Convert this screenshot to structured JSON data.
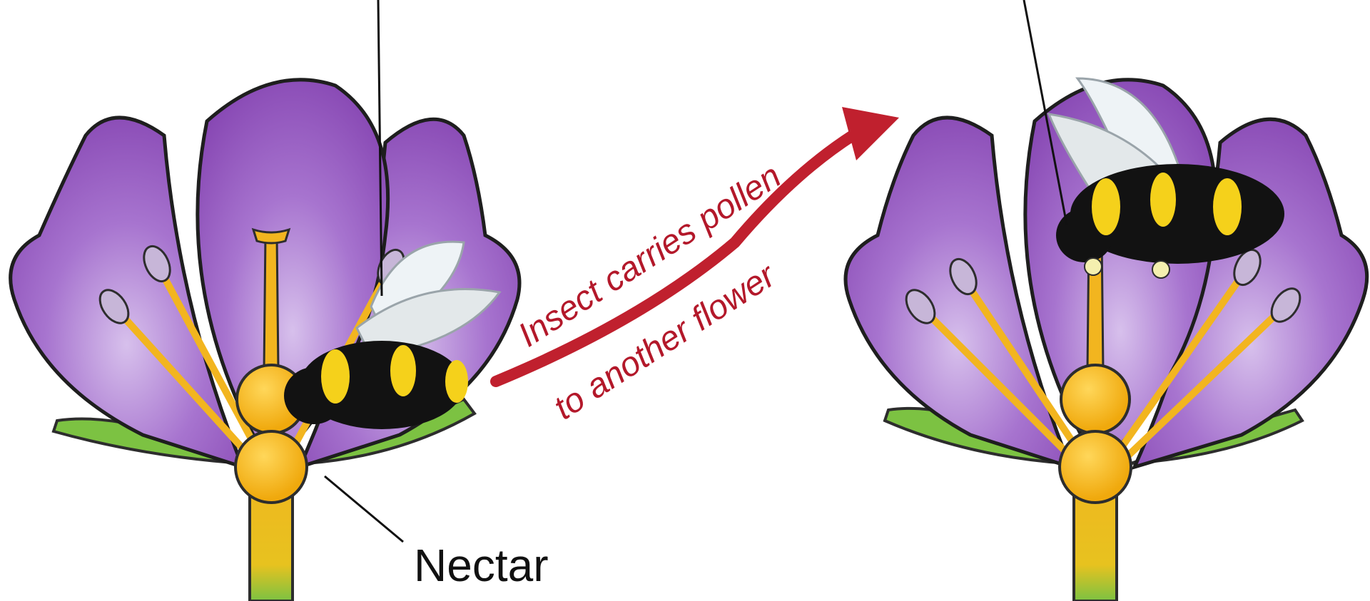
{
  "labels": {
    "nectar": "Nectar",
    "arrow_line1": "Insect carries pollen",
    "arrow_line2": "to another flower"
  },
  "colors": {
    "petal": "#8e4fb8",
    "petal_light": "#c3a0dd",
    "stamen": "#f2b51f",
    "sepal": "#7cc242",
    "arrow": "#c0202e",
    "bee_yellow": "#f5d11b",
    "bee_black": "#121212"
  }
}
